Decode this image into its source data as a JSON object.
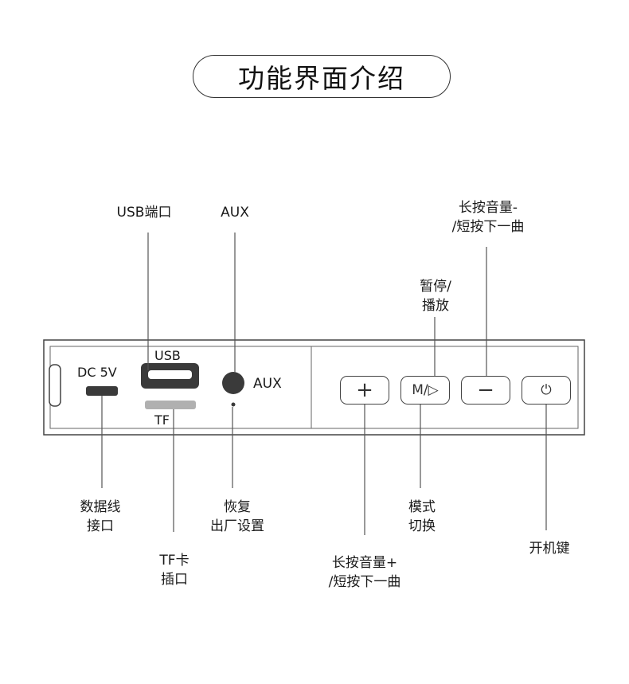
{
  "title": "功能界面介绍",
  "callouts": {
    "usb_port": "USB端口",
    "aux": "AUX",
    "volume_down": [
      "长按音量-",
      "/短按下一曲"
    ],
    "pause_play": [
      "暂停/",
      "播放"
    ],
    "data_cable": [
      "数据线",
      "接口"
    ],
    "factory_reset": [
      "恢复",
      "出厂设置"
    ],
    "mode_switch": [
      "模式",
      "切换"
    ],
    "power_key": "开机键",
    "tf_slot": [
      "TF卡",
      "插口"
    ],
    "volume_up": [
      "长按音量+",
      "/短按下一曲"
    ]
  },
  "panel": {
    "dc_label": "DC 5V",
    "usb_label": "USB",
    "tf_label": "TF",
    "aux_label": "AUX",
    "buttons": {
      "plus": "+",
      "mode": "M/▷",
      "minus": "−",
      "power": "⏻"
    }
  },
  "colors": {
    "line": "#555555",
    "port_dark": "#3a3a3a",
    "tf_slot": "#b0b0b0",
    "panel_border": "#444444"
  }
}
